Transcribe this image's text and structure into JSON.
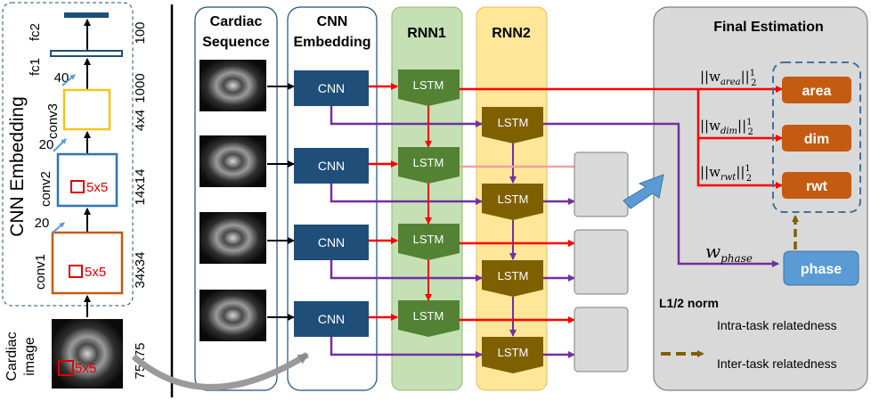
{
  "left_panel": {
    "title": "CNN Embedding",
    "layers": {
      "fc2": "fc2",
      "fc1": "fc1",
      "conv3": "conv3",
      "conv2": "conv2",
      "conv1": "conv1"
    },
    "kernel_label": "5x5",
    "channel_counts": [
      "40",
      "20",
      "20"
    ],
    "sizes": [
      "100",
      "1000",
      "4x4",
      "14x14",
      "34x34",
      "75x75"
    ],
    "input_label_line1": "Cardiac",
    "input_label_line2": "image"
  },
  "columns": {
    "sequence_line1": "Cardiac",
    "sequence_line2": "Sequence",
    "cnn_line1": "CNN",
    "cnn_line2": "Embedding",
    "rnn1": "RNN1",
    "rnn2": "RNN2",
    "final": "Final Estimation"
  },
  "block_labels": {
    "cnn": "CNN",
    "lstm": "LSTM"
  },
  "outputs": {
    "area": "area",
    "dim": "dim",
    "rwt": "rwt",
    "phase": "phase"
  },
  "weights": {
    "w_area_base": "||w",
    "w_area_sub": "area",
    "w_dim_sub": "dim",
    "w_rwt_sub": "rwt",
    "norm_close": "||",
    "norm_sup": "1",
    "norm_sub": "2",
    "w_phase_base": "w",
    "w_phase_sub": "phase"
  },
  "legend": {
    "norm": "L1/2 norm",
    "intra": "Intra-task relatedness",
    "inter": "Inter-task relatedness"
  },
  "colors": {
    "dark_blue": "#1f4e79",
    "rnn1_bg": "#c5e0b4",
    "rnn2_bg": "#ffe699",
    "lstm_green": "#548235",
    "lstm_olive": "#7f6000",
    "output_orange": "#c55a11",
    "phase_blue": "#5b9bd5",
    "arrow_red": "#ff0000",
    "arrow_purple": "#7030a0",
    "dash_gold": "#7f6000"
  }
}
